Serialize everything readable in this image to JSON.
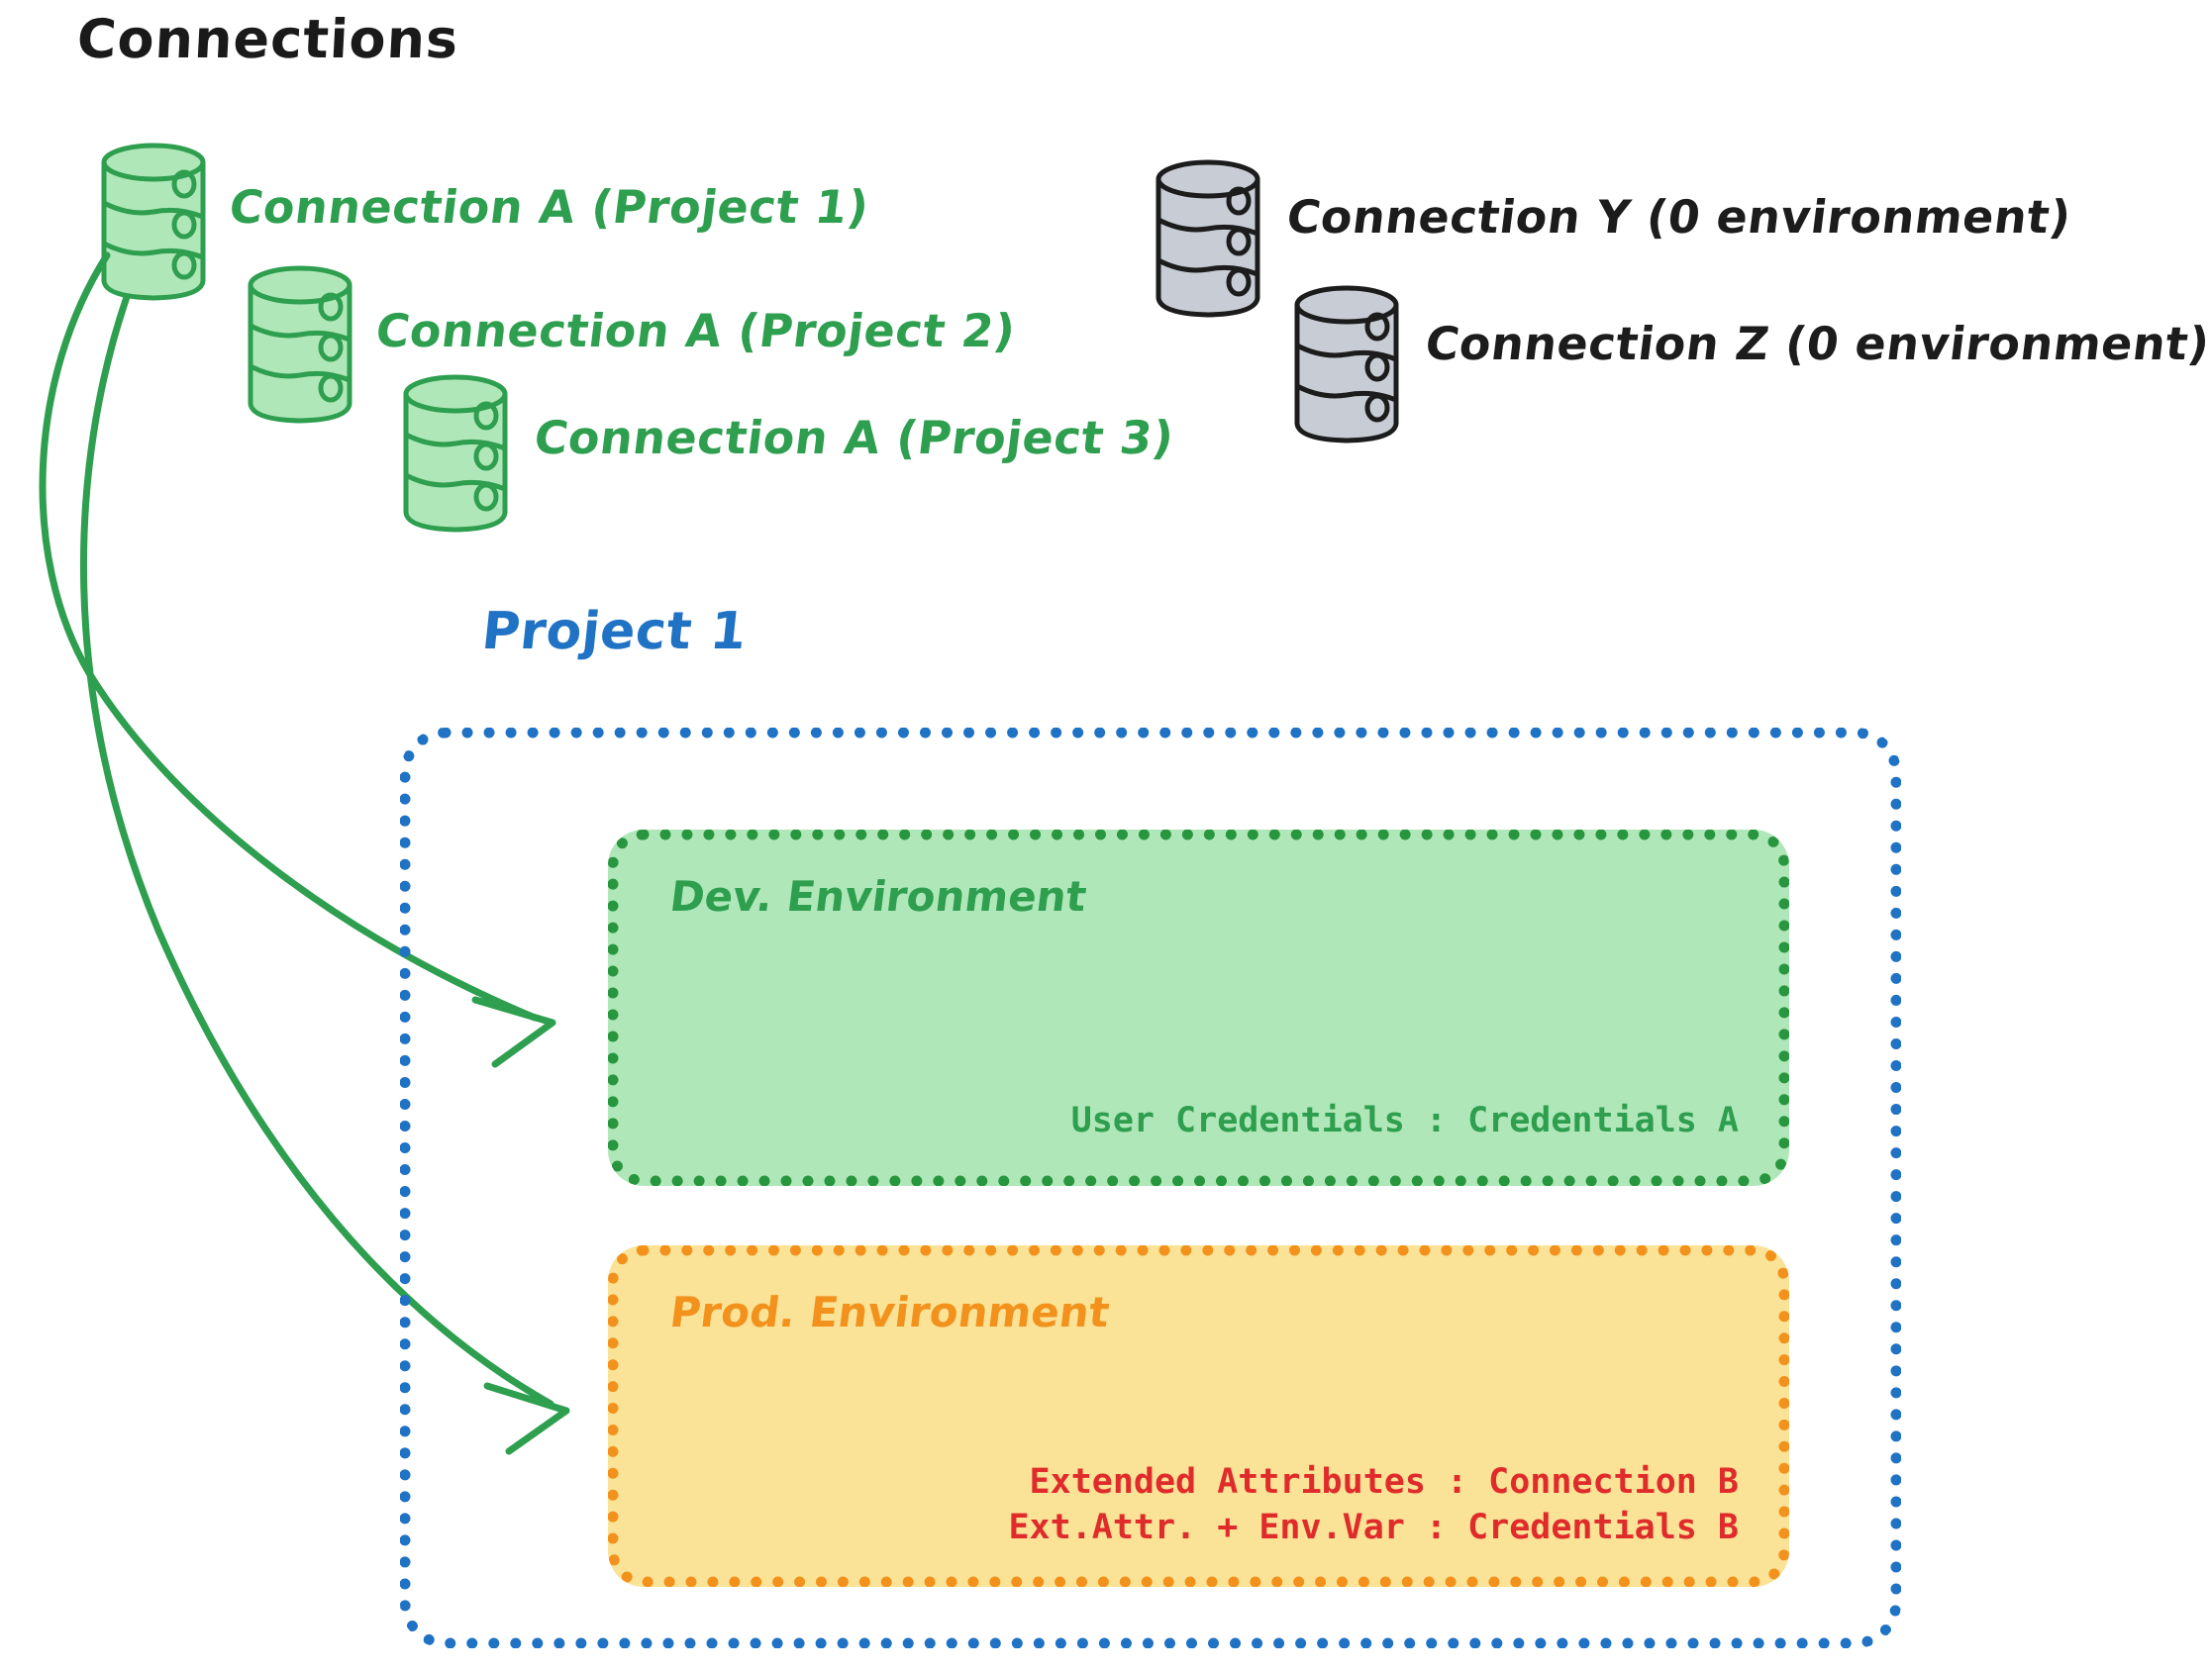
{
  "diagram": {
    "type": "architecture-diagram",
    "title": "Connections",
    "background": "#ffffff"
  },
  "colors": {
    "green_stroke": "#2e9e4f",
    "green_fill": "#b0e7b8",
    "green_dotted": "#27963f",
    "gray_fill": "#c8ccd4",
    "gray_stroke": "#1c1c1c",
    "blue": "#1f72c4",
    "orange": "#f2921c",
    "yellow_fill": "#fae397",
    "red": "#e02b2b",
    "black": "#1a1a1a"
  },
  "connections_section": {
    "heading": "Connections",
    "items": [
      {
        "label": "Connection A (Project 1)",
        "icon": "database-icon",
        "color": "green"
      },
      {
        "label": "Connection A (Project 2)",
        "icon": "database-icon",
        "color": "green"
      },
      {
        "label": "Connection A (Project 3)",
        "icon": "database-icon",
        "color": "green"
      },
      {
        "label": "Connection Y (0 environment)",
        "icon": "database-icon",
        "color": "gray"
      },
      {
        "label": "Connection Z (0 environment)",
        "icon": "database-icon",
        "color": "gray"
      }
    ]
  },
  "project": {
    "title": "Project 1",
    "environments": [
      {
        "name": "Dev. Environment",
        "color": "green",
        "details": "User Credentials : Credentials A"
      },
      {
        "name": "Prod. Environment",
        "color": "orange",
        "details": "Extended Attributes : Connection B\nExt.Attr. + Env.Var : Credentials B"
      }
    ]
  },
  "arrows": [
    {
      "from": "Connection A (Project 1)",
      "to": "Dev. Environment",
      "color": "#2e9e4f"
    },
    {
      "from": "Connection A (Project 1)",
      "to": "Prod. Environment",
      "color": "#2e9e4f"
    }
  ]
}
